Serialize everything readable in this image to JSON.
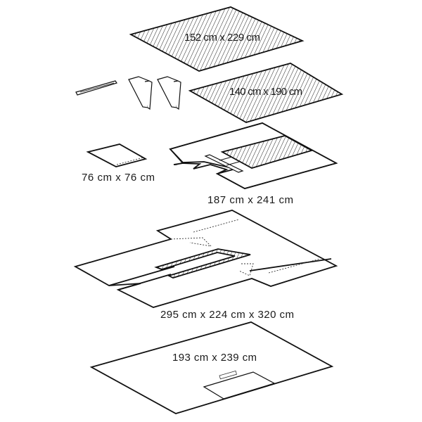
{
  "diagram": {
    "items": [
      {
        "label": "152 cm x 229 cm"
      },
      {
        "label": "140 cm x 190 cm"
      },
      {
        "label": "76 cm x 76 cm"
      },
      {
        "label": "187 cm x 241 cm"
      },
      {
        "label": "295 cm x 224 cm x 320 cm"
      },
      {
        "label": "193 cm x 239 cm"
      }
    ],
    "line_color": "#111111"
  }
}
